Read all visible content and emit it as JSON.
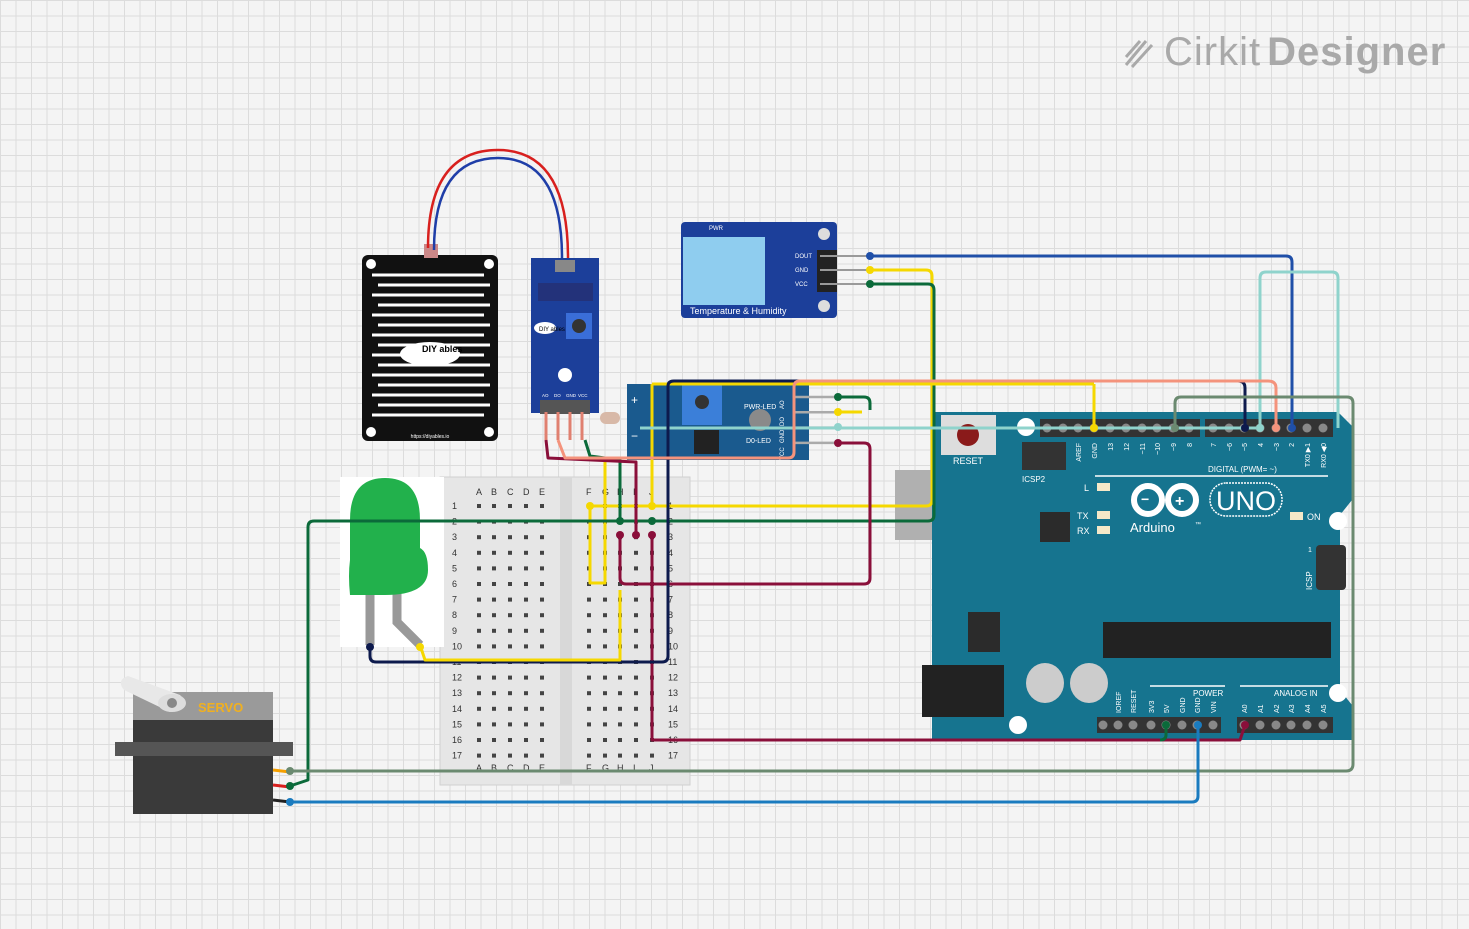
{
  "brand": {
    "name_light": "Cirkit",
    "name_bold": "Designer",
    "logo_icon": "pencil-stripes-icon"
  },
  "rain_plate": {
    "logo": "DIY ables",
    "url": "https://diyables.io"
  },
  "rain_module": {
    "pins": [
      "AO",
      "DO",
      "GND",
      "VCC"
    ],
    "logo": "DIY ables"
  },
  "dht": {
    "label": "Temperature & Humidity",
    "pwr": "PWR",
    "pins": [
      "DOUT",
      "GND",
      "VCC"
    ]
  },
  "soil_module": {
    "pwr_led": "PWR-LED",
    "d0_led": "D0-LED",
    "pins": [
      "VCC",
      "GND",
      "DO",
      "AO"
    ],
    "plus": "+",
    "minus": "−"
  },
  "breadboard": {
    "columns_left": [
      "A",
      "B",
      "C",
      "D",
      "E"
    ],
    "columns_right": [
      "F",
      "G",
      "H",
      "I",
      "J"
    ],
    "rows": [
      "1",
      "2",
      "3",
      "4",
      "5",
      "6",
      "7",
      "8",
      "9",
      "10",
      "11",
      "12",
      "13",
      "14",
      "15",
      "16",
      "17"
    ]
  },
  "servo": {
    "label": "SERVO"
  },
  "arduino": {
    "reset": "RESET",
    "icsp2": "ICSP2",
    "icsp": "ICSP",
    "icsp_pin1": "1",
    "digital_label": "DIGITAL (PWM= ~)",
    "digital_pins_a": [
      "",
      "",
      "AREF",
      "GND",
      "13",
      "12",
      "~11",
      "~10",
      "~9",
      "8"
    ],
    "digital_pins_b": [
      "7",
      "~6",
      "~5",
      "4",
      "~3",
      "2",
      "TX0 ▶1",
      "RX0 ◀0"
    ],
    "led_l": "L",
    "led_tx": "TX",
    "led_rx": "RX",
    "led_on": "ON",
    "model": "UNO",
    "brand": "Arduino",
    "tm": "™",
    "power_label": "POWER",
    "analog_label": "ANALOG IN",
    "power_pins": [
      "",
      "IOREF",
      "RESET",
      "3V3",
      "5V",
      "GND",
      "GND",
      "VIN"
    ],
    "analog_pins": [
      "A0",
      "A1",
      "A2",
      "A3",
      "A4",
      "A5"
    ],
    "board_color": "#16748f"
  },
  "wire_colors": {
    "blue": "#1f4fa8",
    "yellow": "#f5d800",
    "green": "#0b6a3a",
    "navy": "#0d1a4d",
    "salmon": "#f4937c",
    "teal": "#8fd3cc",
    "maroon": "#8a0f3a",
    "sage": "#6b8a70",
    "lightblue": "#1a7bbf",
    "red": "#d8201e"
  }
}
